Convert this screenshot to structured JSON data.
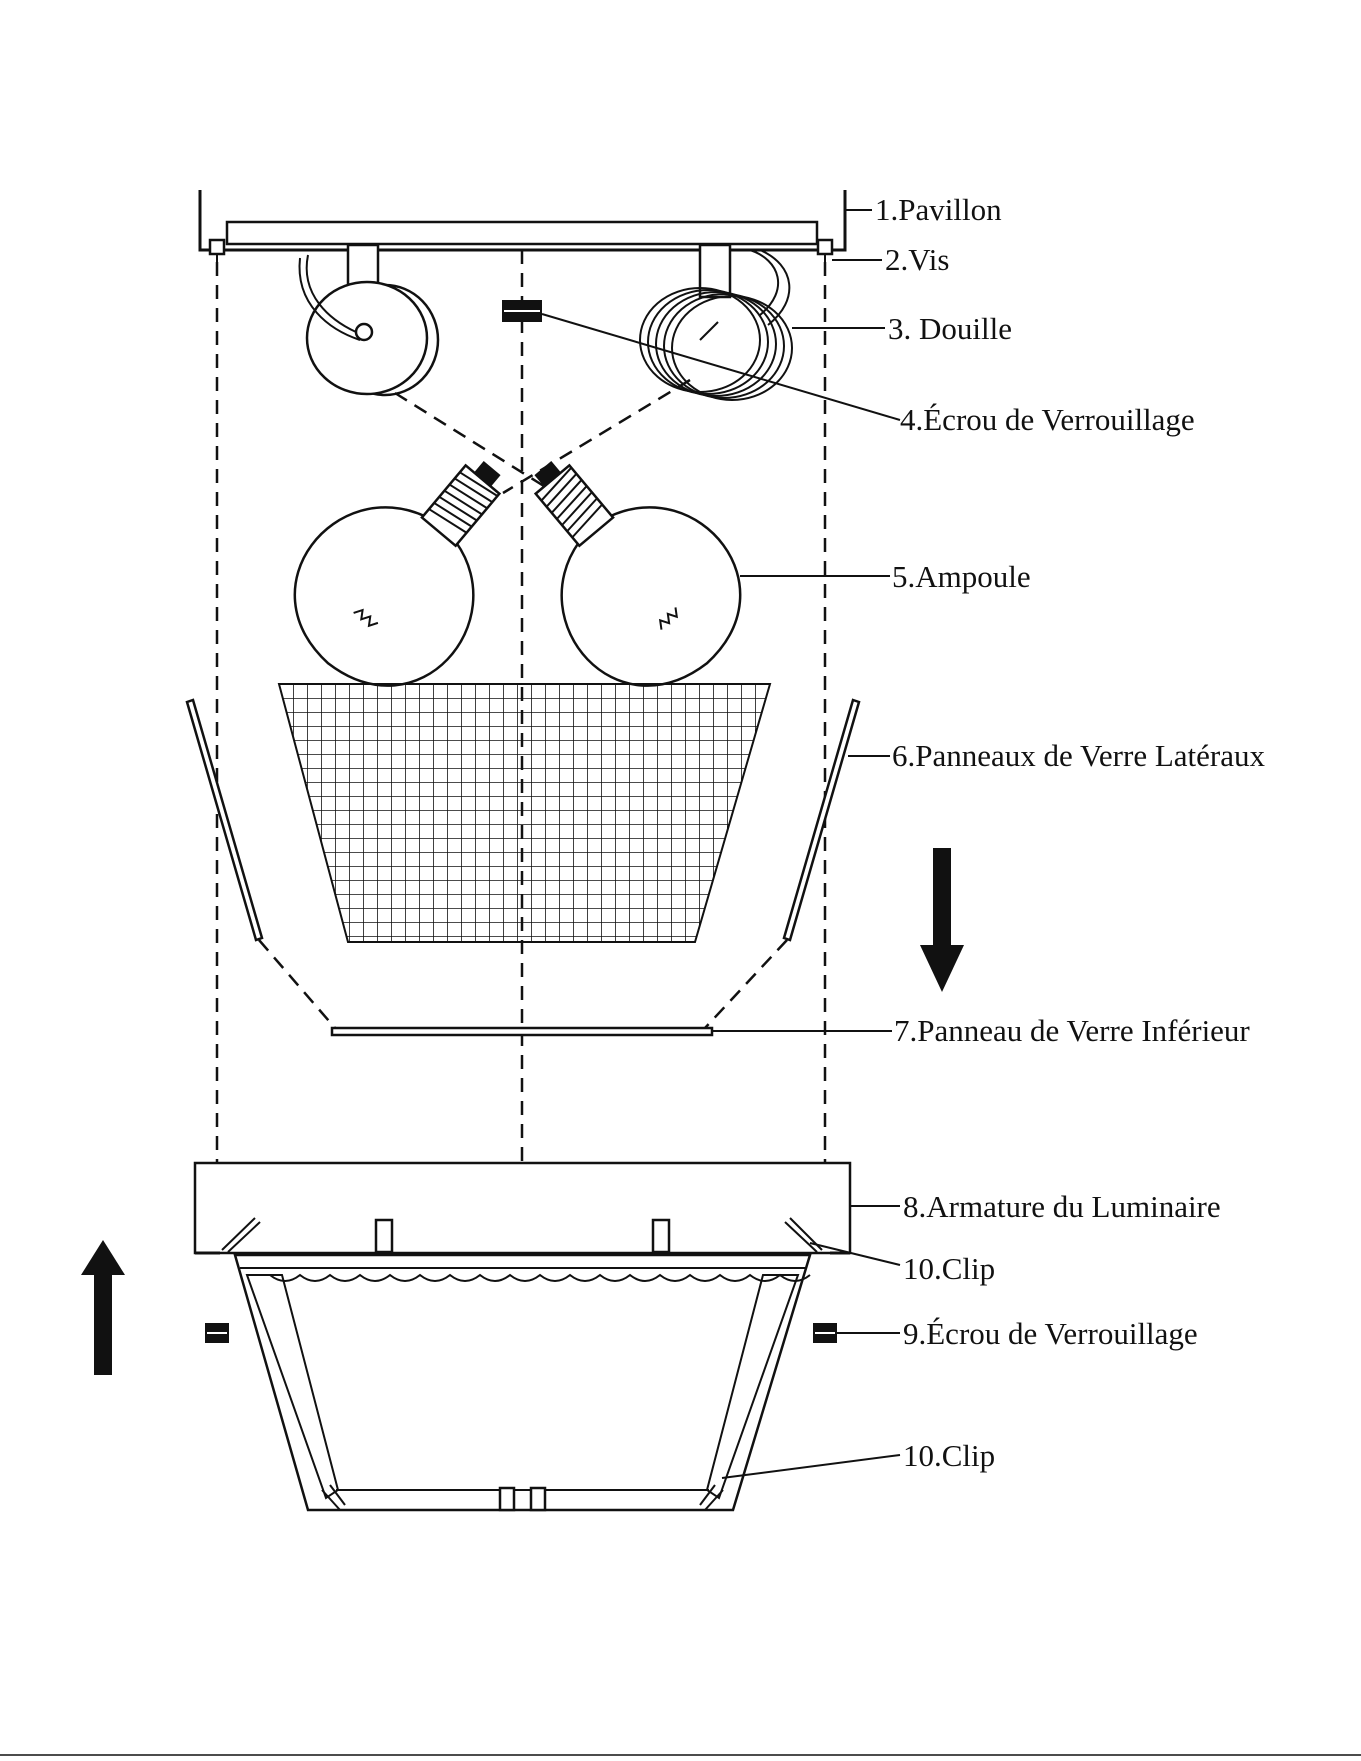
{
  "labels": {
    "l1": "1.Pavillon",
    "l2": "2.Vis",
    "l3": "3. Douille",
    "l4": "4.Écrou de Verrouillage",
    "l5": "5.Ampoule",
    "l6": "6.Panneaux de Verre Latéraux",
    "l7": "7.Panneau de Verre Inférieur",
    "l8": "8.Armature du Luminaire",
    "l10a": "10.Clip",
    "l9": "9.Écrou de Verrouillage",
    "l10b": "10.Clip"
  },
  "colors": {
    "ink": "#111111",
    "background": "#ffffff"
  },
  "icons": {
    "arrow_down": "arrow-down-icon",
    "arrow_up": "arrow-up-icon"
  }
}
